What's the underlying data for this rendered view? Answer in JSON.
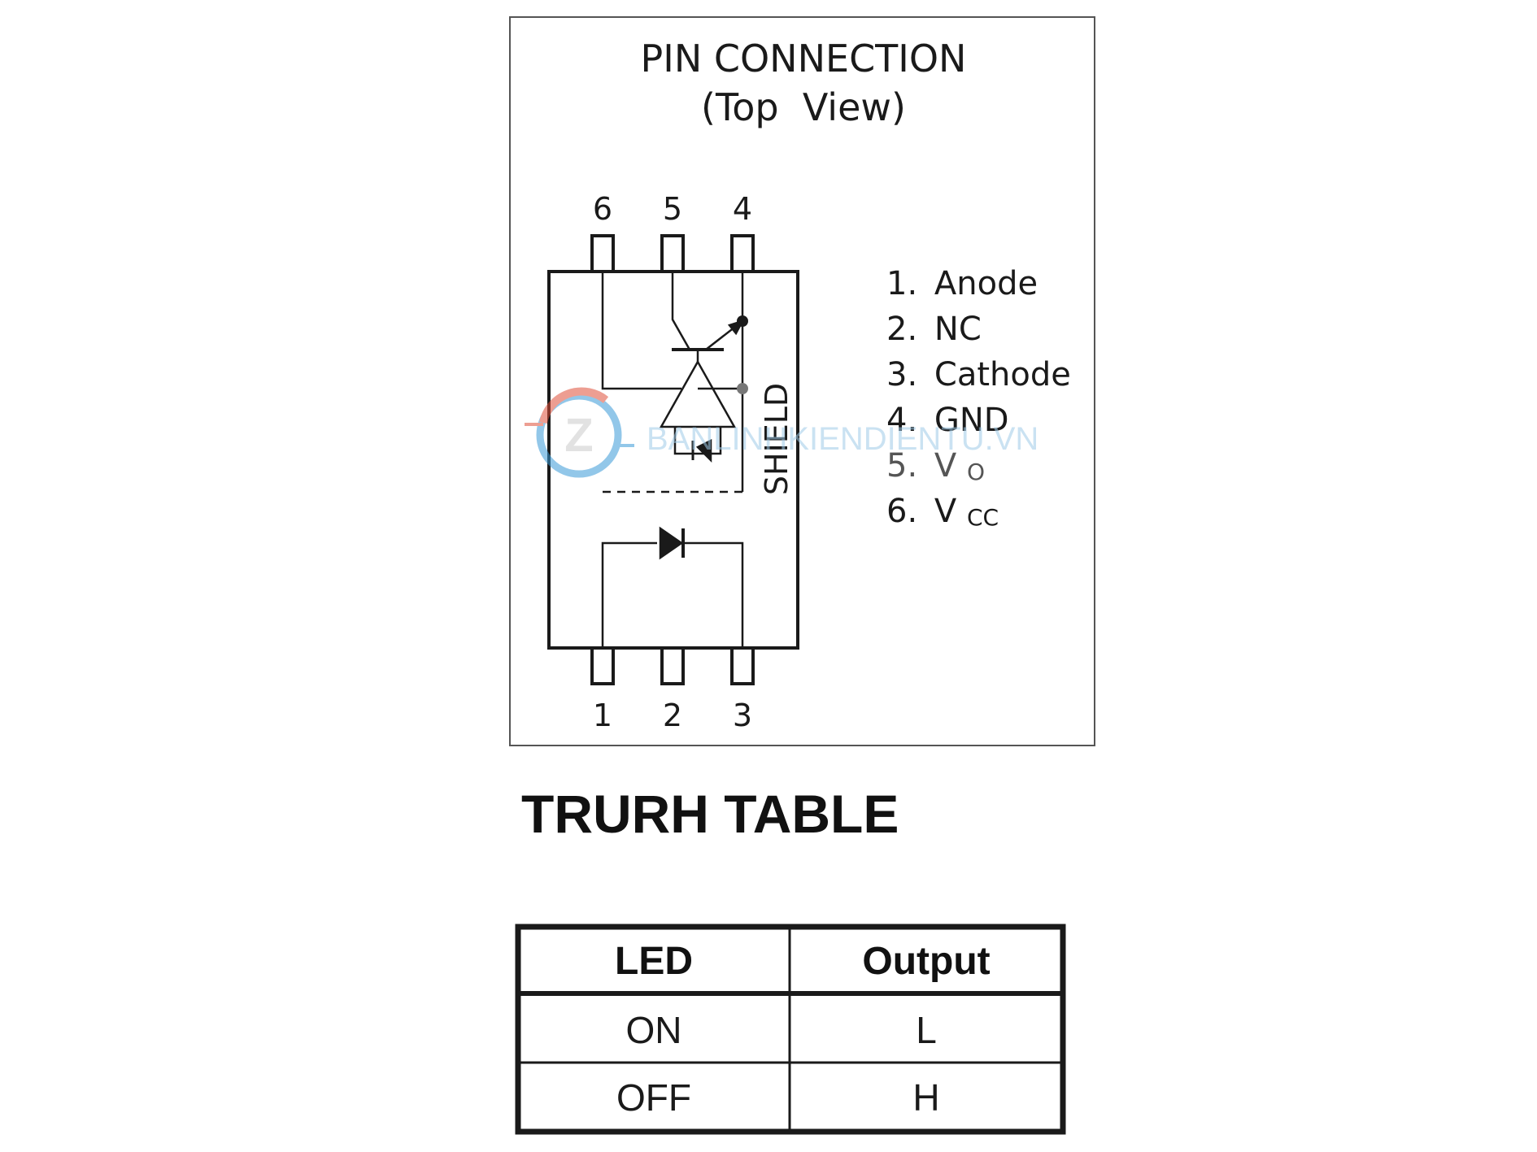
{
  "pin_connection": {
    "title": "PIN CONNECTION",
    "subtitle": "(Top  View)",
    "top_pin_numbers": [
      "6",
      "5",
      "4"
    ],
    "bottom_pin_numbers": [
      "1",
      "2",
      "3"
    ],
    "shield_label": "SHIELD",
    "pin_list": [
      {
        "num": "1.",
        "name": "Anode",
        "sub": ""
      },
      {
        "num": "2.",
        "name": "NC",
        "sub": ""
      },
      {
        "num": "3.",
        "name": "Cathode",
        "sub": ""
      },
      {
        "num": "4.",
        "name": "GND",
        "sub": ""
      },
      {
        "num": "5.",
        "name": "V",
        "sub": "O"
      },
      {
        "num": "6.",
        "name": "V",
        "sub": "CC"
      }
    ]
  },
  "watermark": {
    "text": "BANLINHKIENDIENTU.VN",
    "logo_letter": "Z"
  },
  "truth_table": {
    "heading": "TRURH TABLE",
    "headers": [
      "LED",
      "Output"
    ],
    "rows": [
      [
        "ON",
        "L"
      ],
      [
        "OFF",
        "H"
      ]
    ]
  },
  "colors": {
    "line": "#1a1a1a",
    "watermark_blue": "#3a9bd8",
    "watermark_red": "#e0503a",
    "watermark_gray": "#cccccc"
  }
}
